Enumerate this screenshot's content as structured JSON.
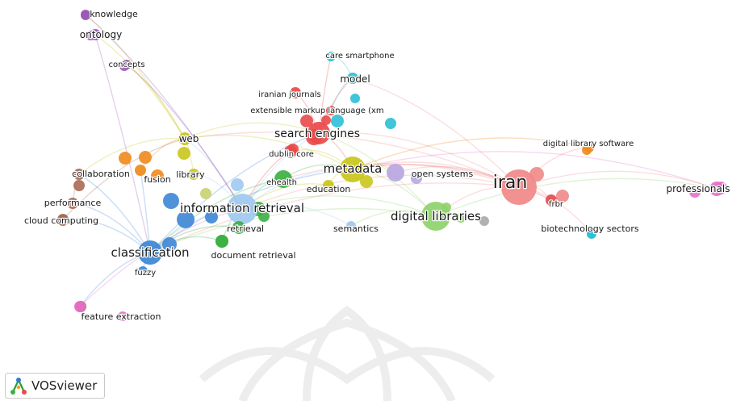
{
  "app": {
    "name": "VOSviewer",
    "logo_icon": "vosviewer-logo-icon"
  },
  "clusters": {
    "red": "#e84a4a",
    "green": "#3cb043",
    "blue": "#3d86d6",
    "yellow": "#c9c61a",
    "purple": "#9b59b6",
    "cyan": "#2bbfd6",
    "orange": "#f08a1c",
    "brown": "#a86a55",
    "pink": "#e86fc9",
    "lightgreen": "#8ed36b",
    "lightblue": "#9ec9f0",
    "lavender": "#b8a6e0",
    "salmon": "#f08888",
    "olive": "#c8d270",
    "grey": "#a8a8a8"
  },
  "nodes": [
    {
      "id": "iran",
      "label": "iran",
      "cluster": "salmon",
      "weight": 10
    },
    {
      "id": "digital_libraries",
      "label": "digital libraries",
      "cluster": "lightgreen",
      "weight": 7
    },
    {
      "id": "information_retrieval",
      "label": "information retrieval",
      "cluster": "lightblue",
      "weight": 7
    },
    {
      "id": "search_engines",
      "label": "search engines",
      "cluster": "red",
      "weight": 6
    },
    {
      "id": "metadata",
      "label": "metadata",
      "cluster": "yellow",
      "weight": 6
    },
    {
      "id": "classification",
      "label": "classification",
      "cluster": "blue",
      "weight": 6
    },
    {
      "id": "ontology",
      "label": "ontology",
      "cluster": "purple",
      "weight": 3
    },
    {
      "id": "knowledge",
      "label": "knowledge",
      "cluster": "purple",
      "weight": 2
    },
    {
      "id": "concepts",
      "label": "concepts",
      "cluster": "purple",
      "weight": 2
    },
    {
      "id": "web",
      "label": "web",
      "cluster": "yellow",
      "weight": 3
    },
    {
      "id": "library",
      "label": "library",
      "cluster": "yellow",
      "weight": 2
    },
    {
      "id": "collaboration",
      "label": "collaboration",
      "cluster": "brown",
      "weight": 2
    },
    {
      "id": "fusion",
      "label": "fusion",
      "cluster": "orange",
      "weight": 2
    },
    {
      "id": "performance",
      "label": "performance",
      "cluster": "brown",
      "weight": 2
    },
    {
      "id": "cloud_computing",
      "label": "cloud computing",
      "cluster": "brown",
      "weight": 2
    },
    {
      "id": "fuzzy",
      "label": "fuzzy",
      "cluster": "blue",
      "weight": 2
    },
    {
      "id": "feature_extraction",
      "label": "feature extraction",
      "cluster": "pink",
      "weight": 2
    },
    {
      "id": "care_smartphone",
      "label": "care smartphone",
      "cluster": "cyan",
      "weight": 2
    },
    {
      "id": "model",
      "label": "model",
      "cluster": "cyan",
      "weight": 3
    },
    {
      "id": "iranian_journals",
      "label": "iranian journals",
      "cluster": "red",
      "weight": 2
    },
    {
      "id": "extensible_markup_language",
      "label": "extensible markup language (xm",
      "cluster": "red",
      "weight": 2
    },
    {
      "id": "dublin_core",
      "label": "dublin core",
      "cluster": "red",
      "weight": 2
    },
    {
      "id": "ehealth",
      "label": "ehealth",
      "cluster": "green",
      "weight": 3
    },
    {
      "id": "education",
      "label": "education",
      "cluster": "yellow",
      "weight": 2
    },
    {
      "id": "retrieval",
      "label": "retrieval",
      "cluster": "green",
      "weight": 2
    },
    {
      "id": "document_retrieval",
      "label": "document retrieval",
      "cluster": "green",
      "weight": 2
    },
    {
      "id": "semantics",
      "label": "semantics",
      "cluster": "lightblue",
      "weight": 2
    },
    {
      "id": "open_systems",
      "label": "open systems",
      "cluster": "lavender",
      "weight": 3
    },
    {
      "id": "digital_library_software",
      "label": "digital library software",
      "cluster": "orange",
      "weight": 2
    },
    {
      "id": "frbr",
      "label": "frbr",
      "cluster": "red",
      "weight": 2
    },
    {
      "id": "biotechnology_sectors",
      "label": "biotechnology sectors",
      "cluster": "cyan",
      "weight": 2
    },
    {
      "id": "professionals",
      "label": "professionals",
      "cluster": "pink",
      "weight": 3
    }
  ]
}
